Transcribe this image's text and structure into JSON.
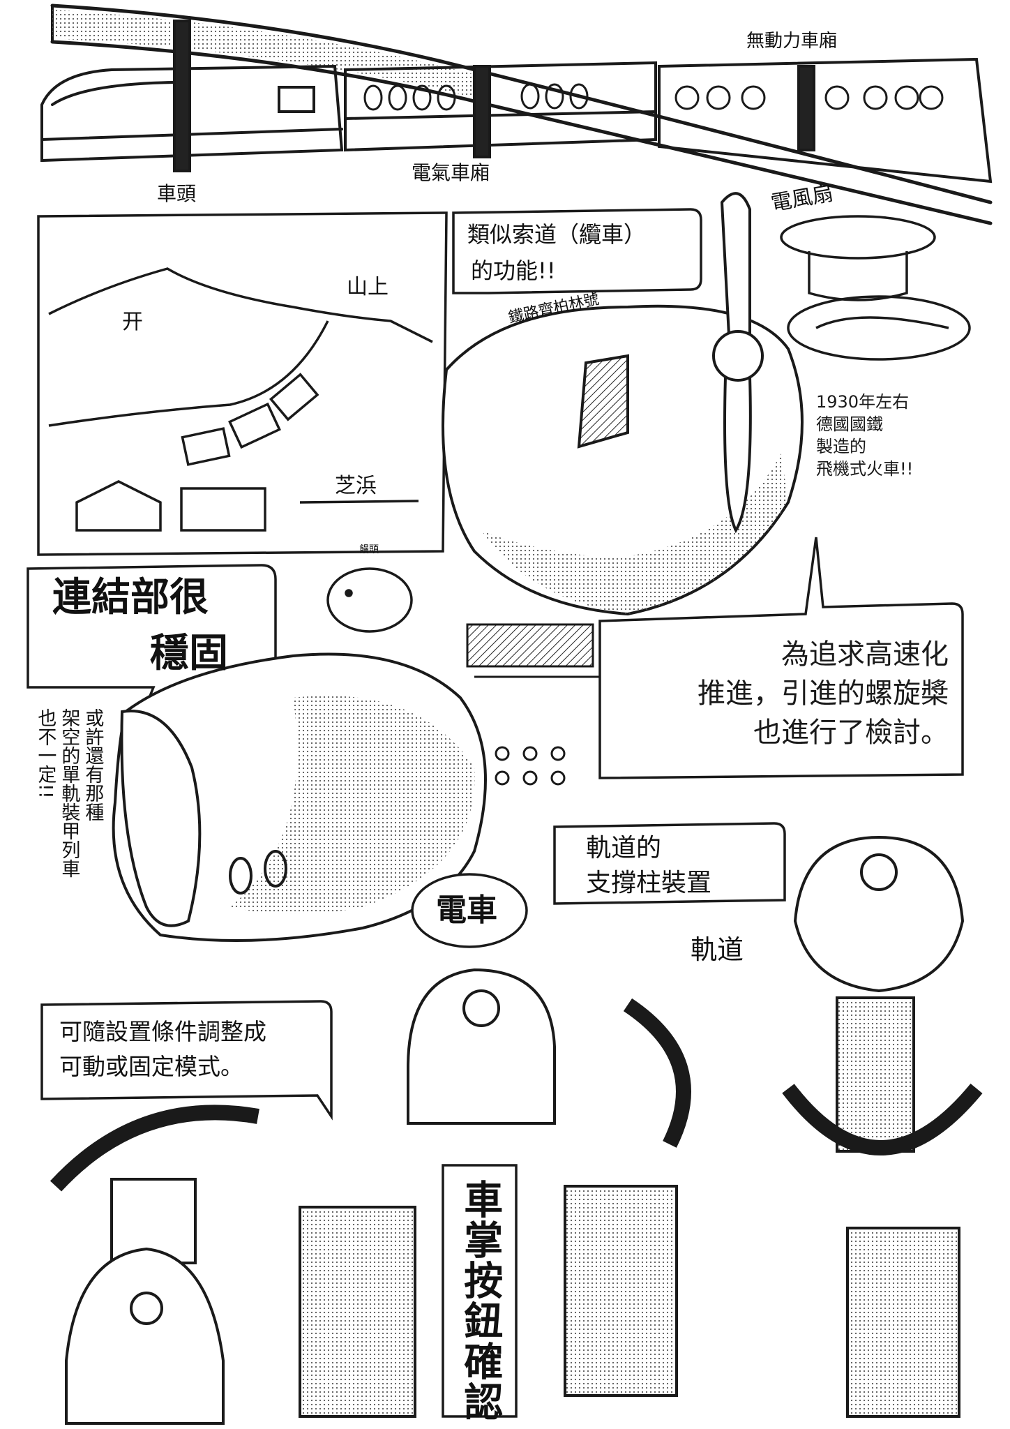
{
  "labels": {
    "unpowered_car": "無動力車廂",
    "locomotive": "車頭",
    "electric_car": "電氣車廂",
    "electric_fan": "電風扇",
    "ropeway_line1": "類似索道（纜車）",
    "ropeway_line2": "的功能!!",
    "mountain_top": "山上",
    "shibaura": "芝浜",
    "shrine_mark": "开",
    "berlin_train": "鐵路齊柏林號",
    "train_note": [
      "1930年左右",
      "德國國鐵",
      "製造的",
      "飛機式火車!!"
    ],
    "small_label": "饅頭",
    "coupling_line1": "連結部很",
    "coupling_line2": "穩固",
    "propeller_note": [
      "為追求高速化",
      "推進，引進的螺旋槳",
      "也進行了檢討。"
    ],
    "armored_note": [
      "或許還有那種",
      "架空的單軌裝甲列車",
      "也不一定!!"
    ],
    "support_line1": "軌道的",
    "support_line2": "支撐柱裝置",
    "track": "軌道",
    "tram": "電車",
    "setting_line1": "可隨設置條件調整成",
    "setting_line2": "可動或固定模式。",
    "conductor_check": "車掌按鈕確認"
  }
}
